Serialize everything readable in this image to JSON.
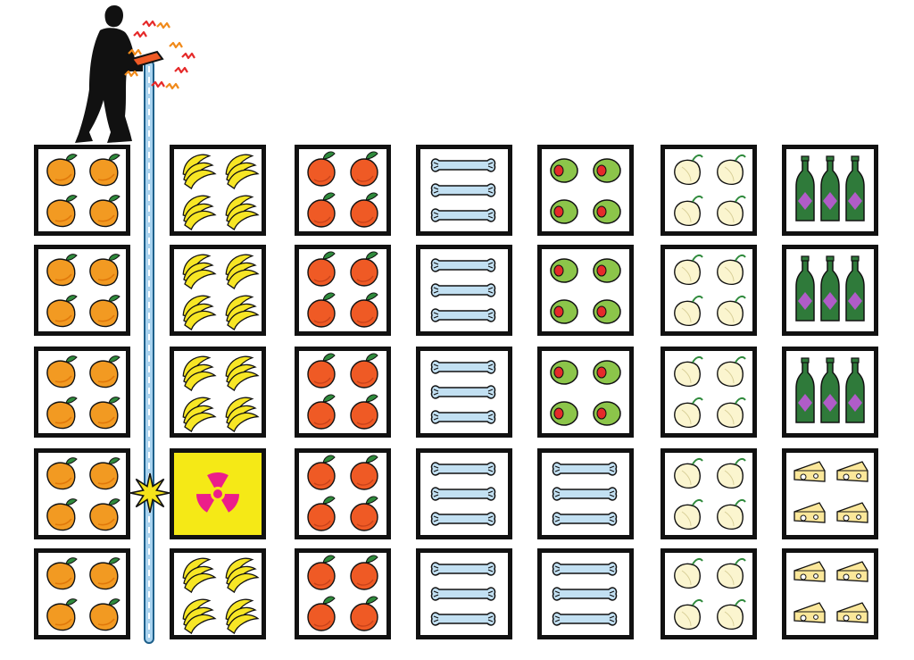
{
  "scene": {
    "rows": 5,
    "columns": [
      {
        "content": "lemons",
        "count": 4
      },
      {
        "content": "bananas",
        "count": 4
      },
      {
        "content": "oranges",
        "count": 4
      },
      {
        "content": "wrenches",
        "count": 3
      },
      {
        "content": "olives",
        "count": 4
      },
      {
        "content": "onions",
        "count": 4
      },
      {
        "content": "bottles",
        "count": 3
      }
    ],
    "overrides": [
      {
        "row": 3,
        "col": 1,
        "content": "radiation"
      },
      {
        "row": 3,
        "col": 4,
        "content": "wrenches"
      },
      {
        "row": 4,
        "col": 4,
        "content": "wrenches"
      },
      {
        "row": 3,
        "col": 6,
        "content": "cheese"
      },
      {
        "row": 4,
        "col": 6,
        "content": "cheese"
      }
    ],
    "figure": "person-with-detector-icon",
    "probe": "detector-probe",
    "impact": "burst-icon"
  },
  "colors": {
    "lemon": "#f29a22",
    "lemon_dark": "#e0780a",
    "banana": "#f7e625",
    "orange": "#ef5a25",
    "leaf": "#2f8a3c",
    "wrench": "#c2e0f2",
    "olive": "#8cc54a",
    "pimento": "#e52a2a",
    "onion": "#fbf5cf",
    "bottle": "#2f7a3a",
    "label": "#b05cc8",
    "cheese": "#fbe79a",
    "radiation_bg": "#f5e916",
    "radiation": "#ec1e8a",
    "probe": "#a9d3ef",
    "ink": "#111111"
  }
}
